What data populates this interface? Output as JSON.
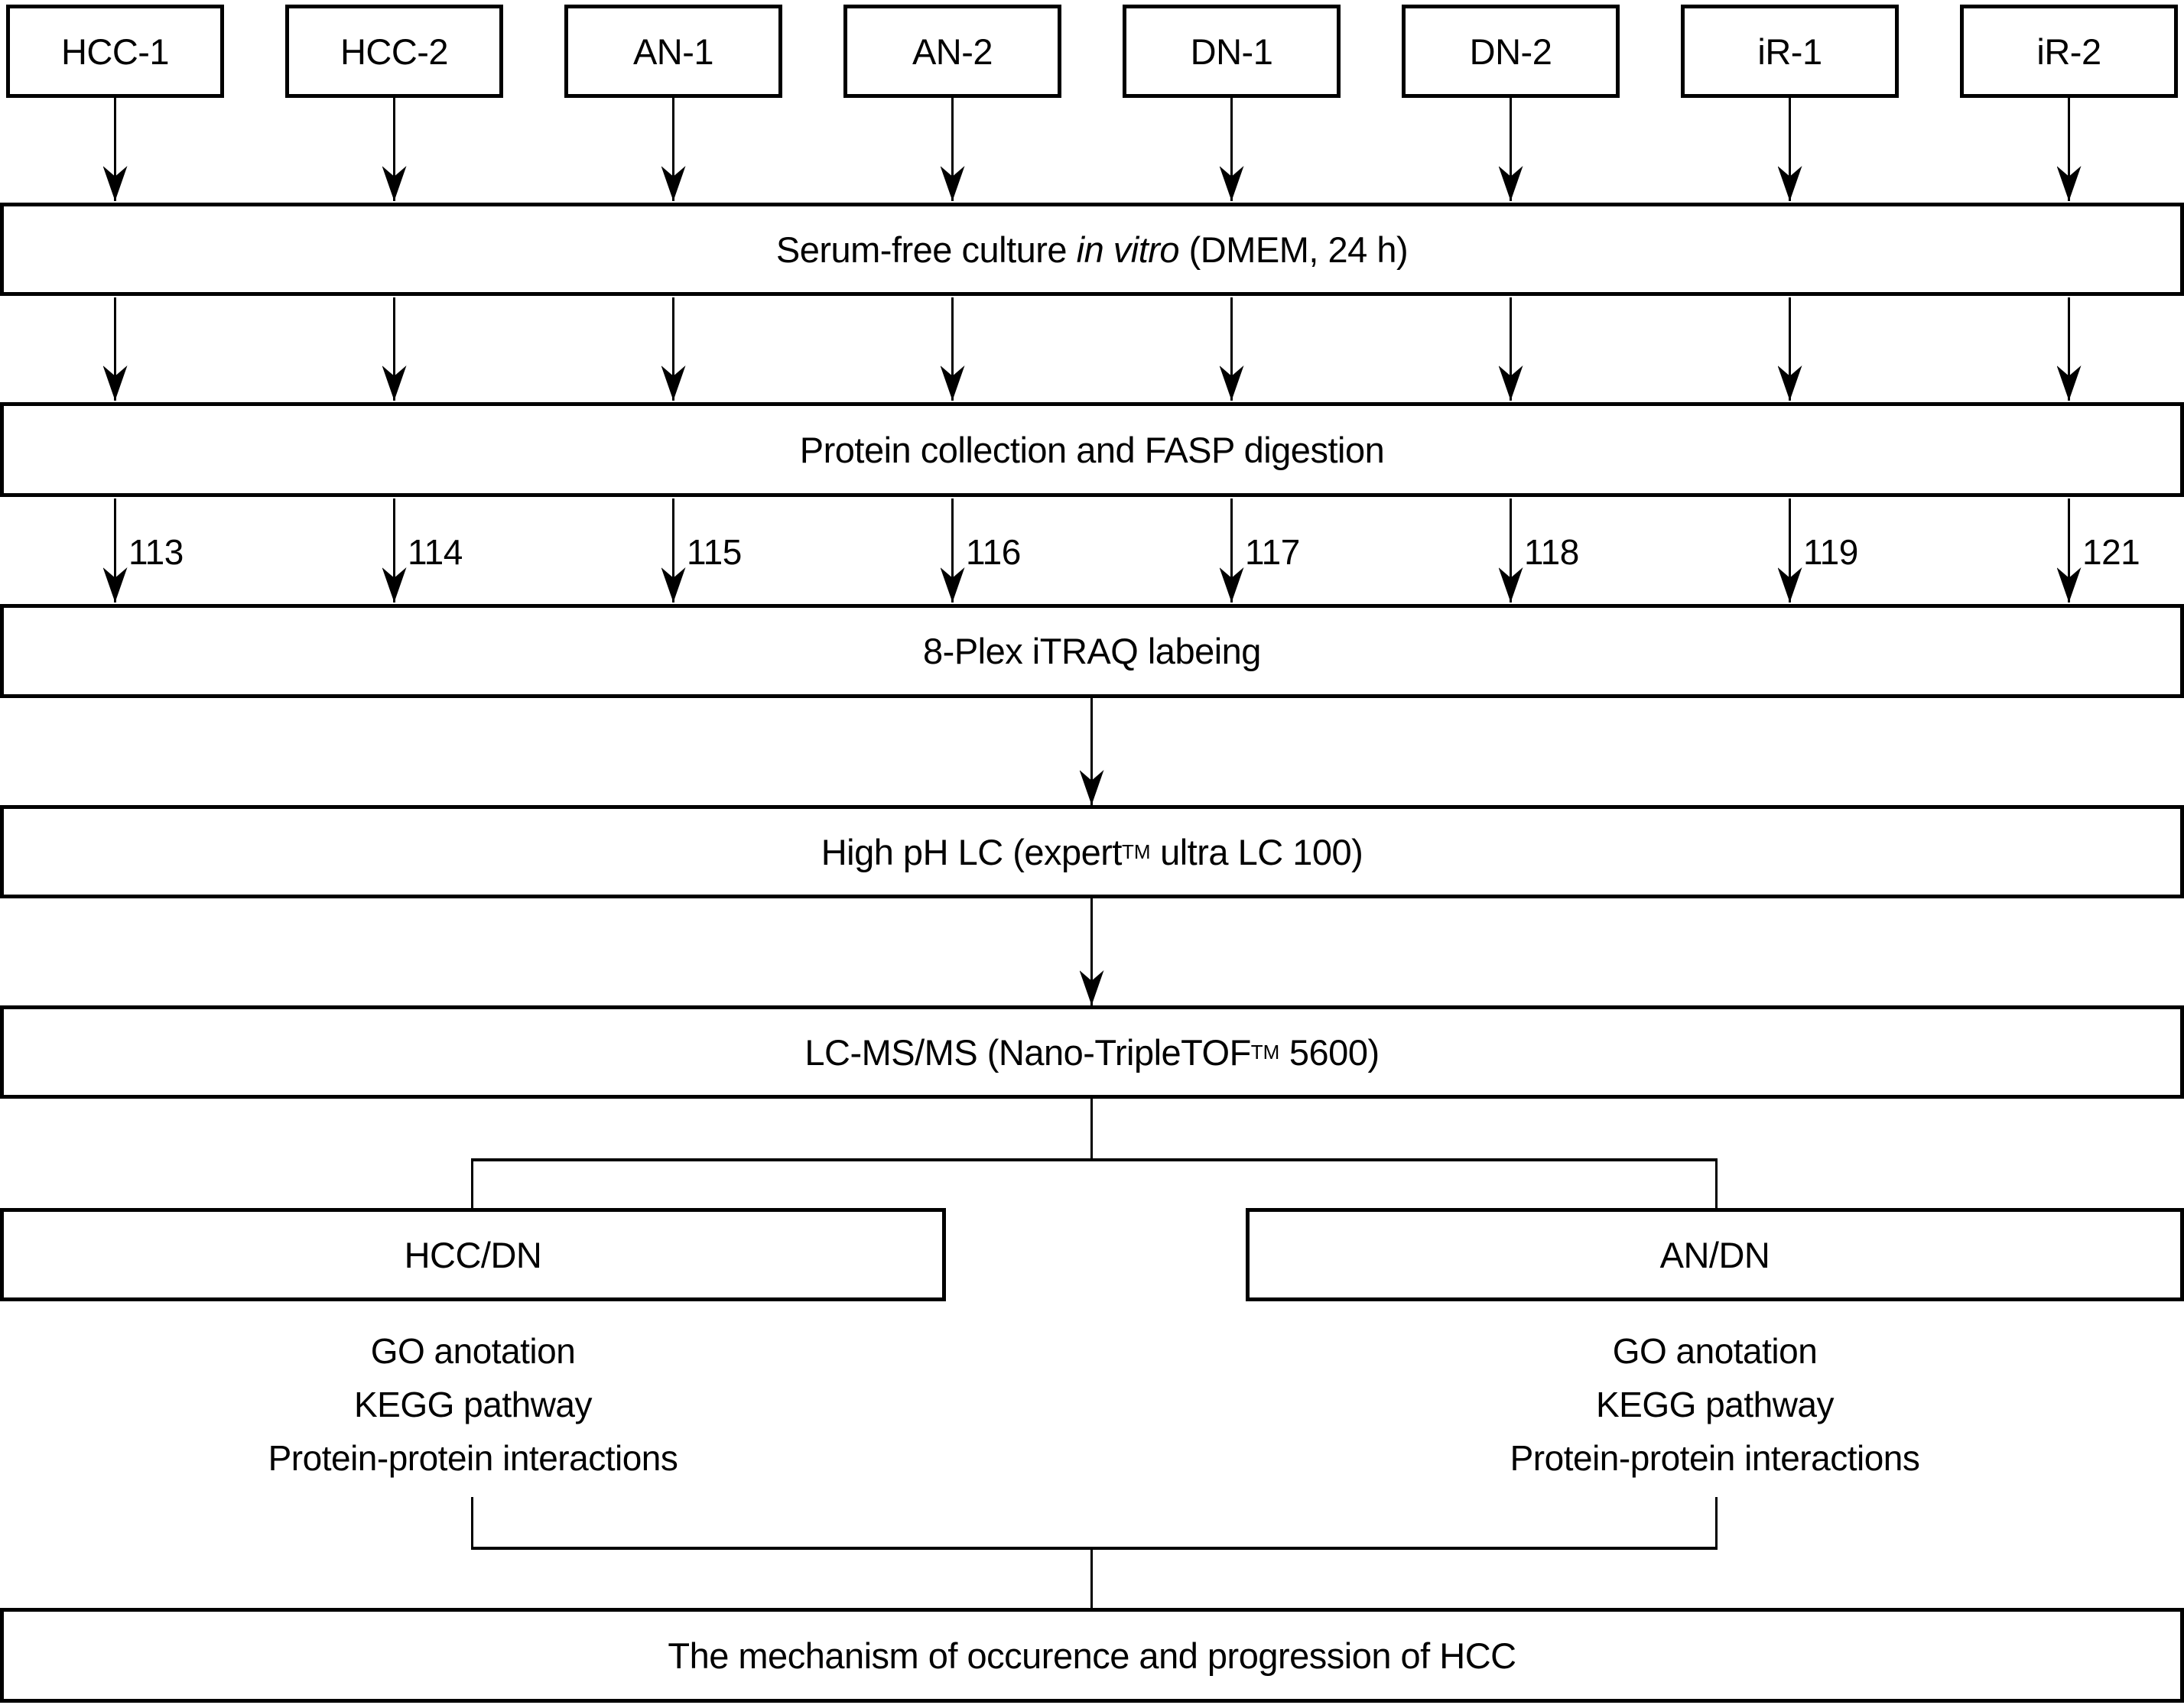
{
  "diagram": {
    "samples": [
      {
        "label": "HCC-1",
        "itraq_tag": "113"
      },
      {
        "label": "HCC-2",
        "itraq_tag": "114"
      },
      {
        "label": "AN-1",
        "itraq_tag": "115"
      },
      {
        "label": "AN-2",
        "itraq_tag": "116"
      },
      {
        "label": "DN-1",
        "itraq_tag": "117"
      },
      {
        "label": "DN-2",
        "itraq_tag": "118"
      },
      {
        "label": "iR-1",
        "itraq_tag": "119"
      },
      {
        "label": "iR-2",
        "itraq_tag": "121"
      }
    ],
    "steps": {
      "culture": {
        "text_before": "Serum-free culture ",
        "italic_text": "in vitro",
        "text_after": " (DMEM, 24 h)"
      },
      "protein": {
        "label": "Protein collection and FASP digestion"
      },
      "itraq": {
        "label": "8-Plex iTRAQ labeing"
      },
      "high_ph_lc": {
        "text_before": "High pH LC (expert",
        "superscript": "TM",
        "text_after": " ultra LC 100)"
      },
      "lc_ms": {
        "text_before": "LC-MS/MS (Nano-TripleTOF",
        "superscript": "TM",
        "text_after": " 5600)"
      }
    },
    "branches": {
      "left": {
        "label": "HCC/DN",
        "analyses": [
          "GO anotation",
          "KEGG pathway",
          "Protein-protein interactions"
        ]
      },
      "right": {
        "label": "AN/DN",
        "analyses": [
          "GO anotation",
          "KEGG pathway",
          "Protein-protein interactions"
        ]
      }
    },
    "conclusion": {
      "label": "The mechanism of occurence and progression of HCC"
    },
    "colors": {
      "line": "#000000",
      "background": "#ffffff",
      "text": "#000000"
    }
  }
}
